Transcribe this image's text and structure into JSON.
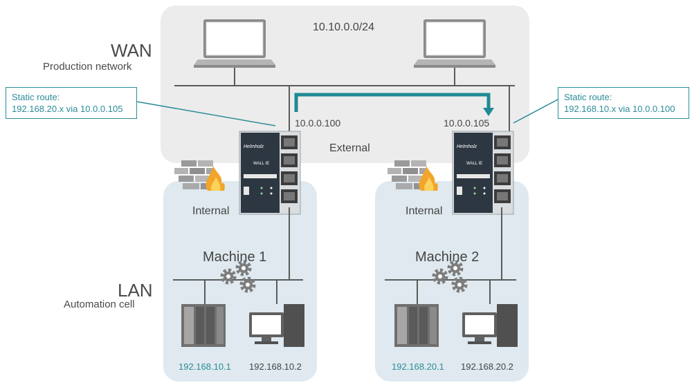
{
  "wan": {
    "title": "WAN",
    "subtitle": "Production network",
    "subnet": "10.10.0.0/24"
  },
  "lan": {
    "title": "LAN",
    "subtitle": "Automation cell"
  },
  "routers": [
    {
      "ip": "10.0.0.100",
      "brand": "Helmholz",
      "model": "WALL IE",
      "internal_label": "Internal"
    },
    {
      "ip": "10.0.0.105",
      "brand": "Helmholz",
      "model": "WALL IE",
      "internal_label": "Internal"
    }
  ],
  "external_label": "External",
  "callouts": [
    {
      "title": "Static route:",
      "text": "192.168.20.x via 10.0.0.105"
    },
    {
      "title": "Static route:",
      "text": "192.168.10.x via 10.0.0.100"
    }
  ],
  "machines": [
    {
      "name": "Machine 1",
      "plc_ip": "192.168.10.1",
      "pc_ip": "192.168.10.2"
    },
    {
      "name": "Machine 2",
      "plc_ip": "192.168.20.1",
      "pc_ip": "192.168.20.2"
    }
  ],
  "colors": {
    "accent": "#2a8c98",
    "wan_bg": "#ececec",
    "lan_bg": "#dfe9ef",
    "fire": "#f2a52a"
  }
}
